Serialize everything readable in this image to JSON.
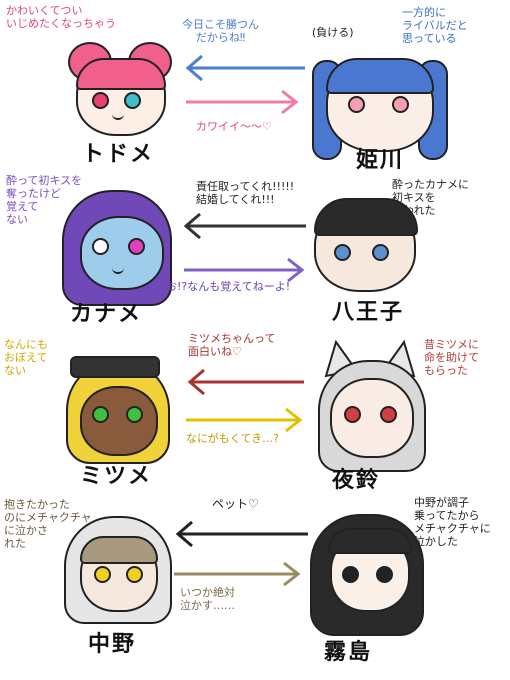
{
  "rows": [
    {
      "left_name": "トドメ",
      "right_name": "姫川",
      "left_note": "かわいくてつい\nいじめたくなっちゃう",
      "right_note": "一方的に\nライバルだと\n思っている",
      "top_arrow_label": "今日こそ勝つん\nだからね‼",
      "top_arrow_aside": "(負ける)",
      "bottom_arrow_label": "カワイイ〜〜♡",
      "colors": {
        "left_note": "#e0457b",
        "right_note": "#3b6fc0",
        "top_arrow": "#4a7fd0",
        "bottom_arrow": "#f07aa8",
        "bottom_label": "#e0457b"
      }
    },
    {
      "left_name": "カナメ",
      "right_name": "八王子",
      "left_note": "酔って初キスを\n奪ったけど\n覚えて\nない",
      "right_note": "酔ったカナメに\n初キスを\n奪われた",
      "top_arrow_label": "責任取ってくれ!!!!!\n結婚してくれ!!!",
      "top_arrow_aside": "",
      "bottom_arrow_label": "お!?なんも覚えてねーよ!",
      "colors": {
        "left_note": "#7a4fc0",
        "right_note": "#222222",
        "top_arrow": "#333333",
        "bottom_arrow": "#8060c8",
        "bottom_label": "#6b3fb0"
      }
    },
    {
      "left_name": "ミツメ",
      "right_name": "夜鈴",
      "left_note": "なんにも\nおぼえて\nない",
      "right_note": "昔ミツメに\n命を助けて\nもらった",
      "top_arrow_label": "ミツメちゃんって\n面白いね♡",
      "top_arrow_aside": "",
      "bottom_arrow_label": "なにがもくてき…?",
      "colors": {
        "left_note": "#d4a600",
        "right_note": "#b03a3a",
        "top_arrow": "#a83232",
        "bottom_arrow": "#e0c000",
        "bottom_label": "#c09a00"
      }
    },
    {
      "left_name": "中野",
      "right_name": "霧島",
      "left_note": "抱きたかった\nのにメチャクチャ\nに泣かさ\nれた",
      "right_note": "中野が調子\n乗ってたから\nメチャクチャに\n泣かした",
      "top_arrow_label": "ペット♡",
      "top_arrow_aside": "",
      "bottom_arrow_label": "いつか絶対\n泣かす……",
      "colors": {
        "left_note": "#6a5a3a",
        "right_note": "#222222",
        "top_arrow": "#222222",
        "bottom_arrow": "#9a8a60",
        "bottom_label": "#7a6a48"
      }
    }
  ]
}
